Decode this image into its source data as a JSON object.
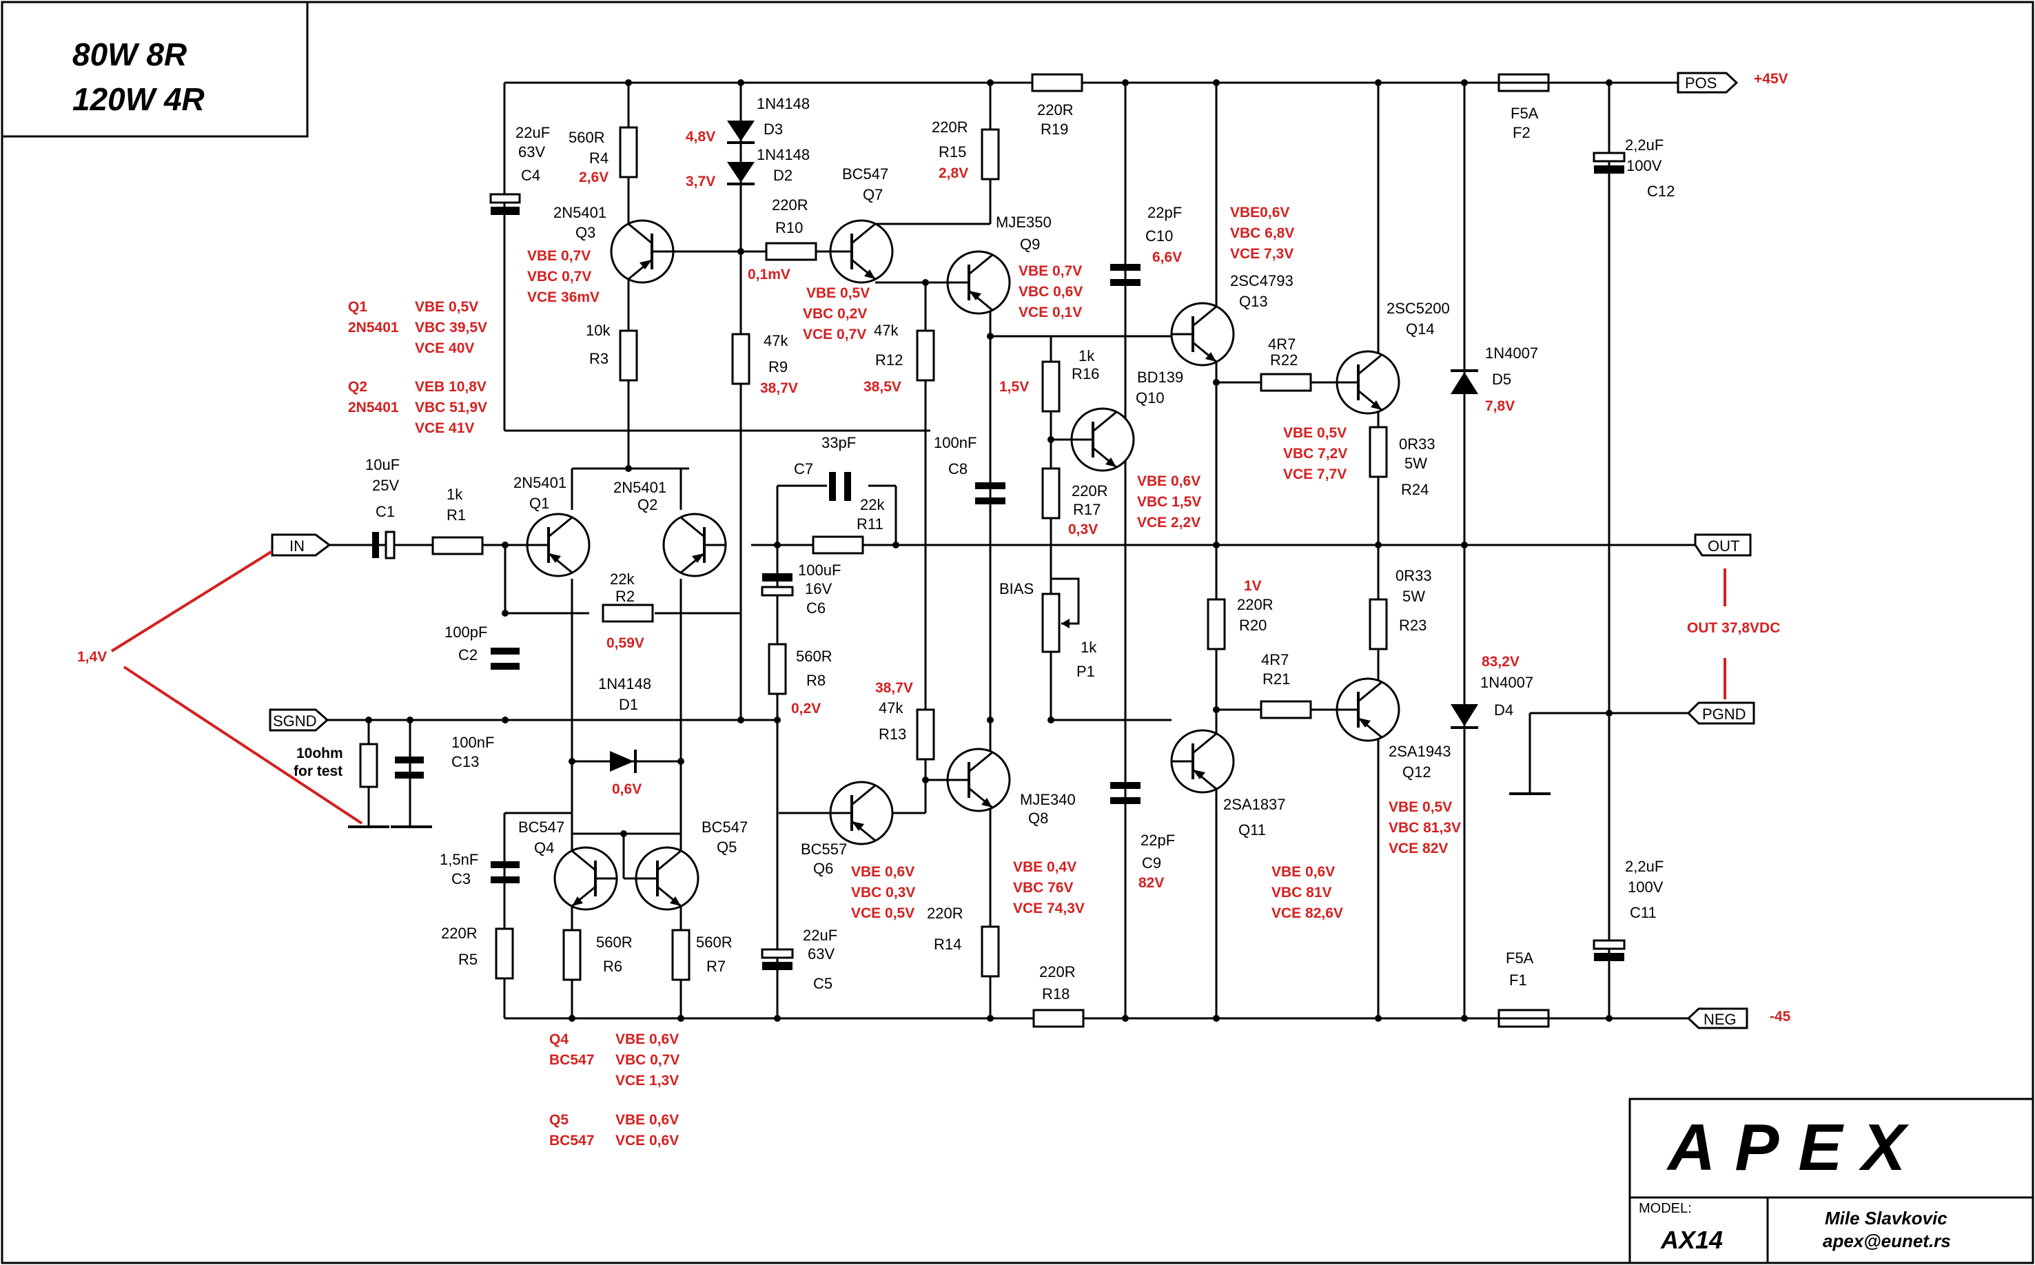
{
  "title": {
    "line1": "80W 8R",
    "line2": "120W 4R"
  },
  "ports": {
    "in": "IN",
    "sgnd": "SGND",
    "out": "OUT",
    "pgnd": "PGND",
    "pos": "POS",
    "neg": "NEG"
  },
  "rails": {
    "pos": "+45V",
    "neg": "-45"
  },
  "input_note": "1,4V",
  "out_note": "OUT  37,8VDC",
  "test": {
    "l1": "10ohm",
    "l2": "for test"
  },
  "components": {
    "c1": {
      "v": "10uF",
      "r": "25V",
      "n": "C1"
    },
    "r1": {
      "v": "1k",
      "n": "R1"
    },
    "q1": {
      "t": "2N5401",
      "n": "Q1"
    },
    "q2": {
      "t": "2N5401",
      "n": "Q2"
    },
    "r2": {
      "v": "22k",
      "n": "R2",
      "m": "0,59V"
    },
    "c2": {
      "v": "100pF",
      "n": "C2"
    },
    "d1": {
      "t": "1N4148",
      "n": "D1",
      "m": "0,6V"
    },
    "c13": {
      "v": "100nF",
      "n": "C13"
    },
    "c4": {
      "v": "22uF",
      "r": "63V",
      "n": "C4"
    },
    "r4": {
      "v": "560R",
      "n": "R4",
      "m": "2,6V"
    },
    "q3": {
      "t": "2N5401",
      "n": "Q3"
    },
    "r3": {
      "v": "10k",
      "n": "R3"
    },
    "d3": {
      "t": "1N4148",
      "n": "D3",
      "m": "4,8V"
    },
    "d2": {
      "t": "1N4148",
      "n": "D2",
      "m": "3,7V"
    },
    "r10": {
      "v": "220R",
      "n": "R10",
      "m": "0,1mV"
    },
    "r9": {
      "v": "47k",
      "n": "R9",
      "m": "38,7V"
    },
    "q7": {
      "t": "BC547",
      "n": "Q7"
    },
    "r15": {
      "v": "220R",
      "n": "R15",
      "m": "2,8V"
    },
    "r12": {
      "v": "47k",
      "n": "R12",
      "m": "38,5V"
    },
    "q9": {
      "t": "MJE350",
      "n": "Q9"
    },
    "r19": {
      "v": "220R",
      "n": "R19"
    },
    "c7": {
      "v": "33pF",
      "n": "C7"
    },
    "r11": {
      "v": "22k",
      "n": "R11"
    },
    "c6": {
      "v": "100uF",
      "r": "16V",
      "n": "C6"
    },
    "r8": {
      "v": "560R",
      "n": "R8",
      "m": "0,2V"
    },
    "c8": {
      "v": "100nF",
      "n": "C8"
    },
    "c10": {
      "v": "22pF",
      "n": "C10",
      "m": "6,6V"
    },
    "r16": {
      "v": "1k",
      "n": "R16",
      "m": "1,5V"
    },
    "q10": {
      "t": "BD139",
      "n": "Q10"
    },
    "r17": {
      "v": "220R",
      "n": "R17",
      "m": "0,3V"
    },
    "p1": {
      "t": "BIAS",
      "v": "1k",
      "n": "P1"
    },
    "q13": {
      "t": "2SC4793",
      "n": "Q13"
    },
    "r22": {
      "v": "4R7",
      "n": "R22"
    },
    "q14": {
      "t": "2SC5200",
      "n": "Q14"
    },
    "r24": {
      "v": "0R33",
      "r": "5W",
      "n": "R24"
    },
    "d5": {
      "t": "1N4007",
      "n": "D5",
      "m": "7,8V"
    },
    "f2": {
      "v": "F5A",
      "n": "F2"
    },
    "c12": {
      "v": "2,2uF",
      "r": "100V",
      "n": "C12"
    },
    "r20": {
      "v": "220R",
      "n": "R20",
      "m": "1V"
    },
    "r21": {
      "v": "4R7",
      "n": "R21"
    },
    "r23": {
      "v": "0R33",
      "r": "5W",
      "n": "R23"
    },
    "d4": {
      "t": "1N4007",
      "n": "D4",
      "m": "83,2V"
    },
    "q11": {
      "t": "2SA1837",
      "n": "Q11"
    },
    "q12": {
      "t": "2SA1943",
      "n": "Q12"
    },
    "c9": {
      "v": "22pF",
      "n": "C9",
      "m": "82V"
    },
    "r13": {
      "v": "47k",
      "n": "R13",
      "m": "38,7V"
    },
    "q6": {
      "t": "BC557",
      "n": "Q6"
    },
    "q8": {
      "t": "MJE340",
      "n": "Q8"
    },
    "r14": {
      "v": "220R",
      "n": "R14"
    },
    "r18": {
      "v": "220R",
      "n": "R18"
    },
    "c5": {
      "v": "22uF",
      "r": "63V",
      "n": "C5"
    },
    "c3": {
      "v": "1,5nF",
      "n": "C3"
    },
    "r5": {
      "v": "220R",
      "n": "R5"
    },
    "q4": {
      "t": "BC547",
      "n": "Q4"
    },
    "q5": {
      "t": "BC547",
      "n": "Q5"
    },
    "r6": {
      "v": "560R",
      "n": "R6"
    },
    "r7": {
      "v": "560R",
      "n": "R7"
    },
    "f1": {
      "v": "F5A",
      "n": "F1"
    },
    "c11": {
      "v": "2,2uF",
      "r": "100V",
      "n": "C11"
    }
  },
  "measurements": {
    "q1": {
      "n": "Q1",
      "t": "2N5401",
      "a": "VBE 0,5V",
      "b": "VBC 39,5V",
      "c": "VCE 40V"
    },
    "q2": {
      "n": "Q2",
      "t": "2N5401",
      "a": "VEB 10,8V",
      "b": "VBC 51,9V",
      "c": "VCE 41V"
    },
    "q3": {
      "a": "VBE 0,7V",
      "b": "VBC 0,7V",
      "c": "VCE 36mV"
    },
    "q7": {
      "a": "VBE 0,5V",
      "b": "VBC 0,2V",
      "c": "VCE 0,7V"
    },
    "q9": {
      "a": "VBE 0,7V",
      "b": "VBC 0,6V",
      "c": "VCE 0,1V"
    },
    "q13": {
      "a": "VBE0,6V",
      "b": "VBC 6,8V",
      "c": "VCE 7,3V"
    },
    "q10": {
      "a": "VBE 0,6V",
      "b": "VBC 1,5V",
      "c": "VCE 2,2V"
    },
    "q14": {
      "a": "VBE 0,5V",
      "b": "VBC 7,2V",
      "c": "VCE 7,7V"
    },
    "q6": {
      "a": "VBE 0,6V",
      "b": "VBC 0,3V",
      "c": "VCE 0,5V"
    },
    "q8": {
      "a": "VBE 0,4V",
      "b": "VBC 76V",
      "c": "VCE 74,3V"
    },
    "q11": {
      "a": "VBE 0,6V",
      "b": "VBC 81V",
      "c": "VCE 82,6V"
    },
    "q12": {
      "a": "VBE 0,5V",
      "b": "VBC 81,3V",
      "c": "VCE 82V"
    },
    "q4": {
      "n": "Q4",
      "t": "BC547",
      "a": "VBE 0,6V",
      "b": "VBC 0,7V",
      "c": "VCE 1,3V"
    },
    "q5": {
      "n": "Q5",
      "t": "BC547",
      "a": "VBE 0,6V",
      "b": "VCE 0,6V"
    }
  },
  "title_block": {
    "brand": "APEX",
    "model_label": "MODEL:",
    "model": "AX14",
    "author": "Mile Slavkovic",
    "email": "apex@eunet.rs"
  }
}
